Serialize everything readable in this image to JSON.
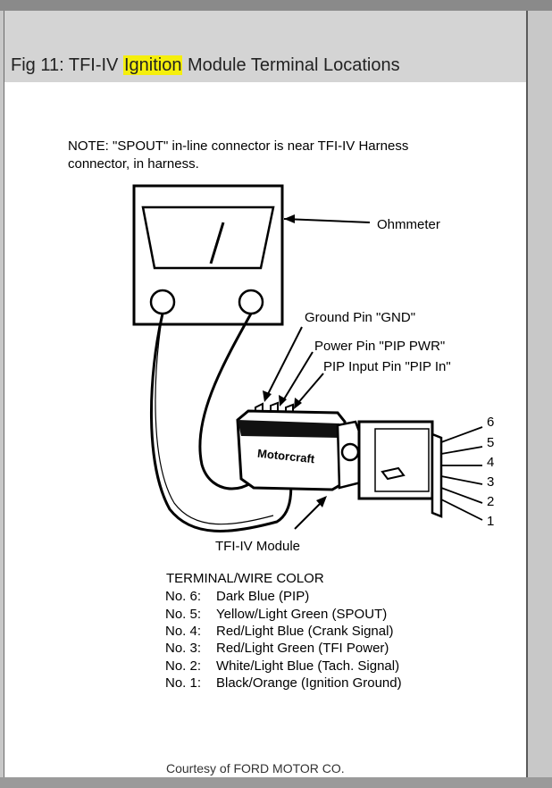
{
  "title": {
    "prefix": "Fig 11: TFI-IV ",
    "highlight": "Ignition",
    "suffix": " Module Terminal Locations"
  },
  "diagram": {
    "note_line1": "NOTE:  \"SPOUT\" in-line connector is near TFI-IV Harness",
    "note_line2": "connector, in harness.",
    "ohmmeter_label": "Ohmmeter",
    "ground_pin_label": "Ground Pin \"GND\"",
    "power_pin_label": "Power Pin \"PIP PWR\"",
    "pip_input_label": "PIP Input Pin \"PIP In\"",
    "module_text": "Motorcraft",
    "module_label": "TFI-IV Module",
    "terminal_numbers": [
      "6",
      "5",
      "4",
      "3",
      "2",
      "1"
    ],
    "legend_header": "TERMINAL/WIRE COLOR",
    "legend_items": [
      {
        "no": "No. 6:",
        "color": "Dark Blue (PIP)"
      },
      {
        "no": "No. 5:",
        "color": "Yellow/Light Green (SPOUT)"
      },
      {
        "no": "No. 4:",
        "color": "Red/Light Blue (Crank Signal)"
      },
      {
        "no": "No. 3:",
        "color": "Red/Light Green (TFI Power)"
      },
      {
        "no": "No. 2:",
        "color": "White/Light Blue (Tach. Signal)"
      },
      {
        "no": "No. 1:",
        "color": "Black/Orange (Ignition Ground)"
      }
    ]
  },
  "credit": "Courtesy of FORD MOTOR CO.",
  "colors": {
    "highlight": "#f5ef0c",
    "titlebar": "#d4d4d4",
    "line": "#000000"
  }
}
